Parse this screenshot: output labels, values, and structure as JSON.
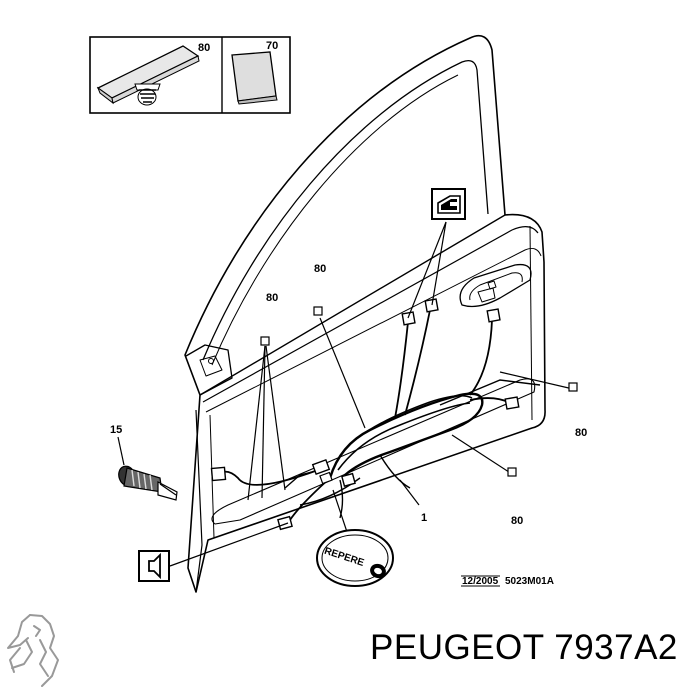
{
  "callouts": {
    "inset_left": "80",
    "inset_right": "70",
    "top_connector": "80",
    "left_connector": "80",
    "right_upper": "80",
    "right_lower": "80",
    "screw": "15",
    "harness": "1"
  },
  "repere_label": "REPERE",
  "diagram_date": "12/2005",
  "diagram_code": "5023M01A",
  "brand_text": "PEUGEOT 7937A2",
  "icons": {
    "window": "power-window-icon",
    "speaker": "speaker-icon",
    "logo": "peugeot-lion-logo"
  }
}
